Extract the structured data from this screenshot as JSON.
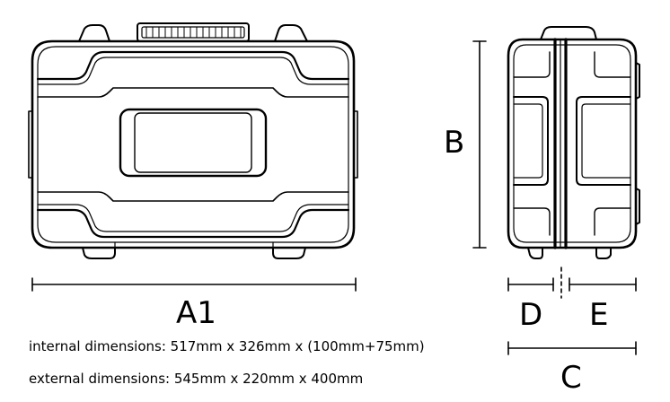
{
  "labels": {
    "a1": "A1",
    "b": "B",
    "c": "C",
    "d": "D",
    "e": "E"
  },
  "specs": {
    "internal": "internal dimensions: 517mm x 326mm x (100mm+75mm)",
    "external": "external dimensions: 545mm x 220mm x 400mm"
  },
  "views": {
    "front": "case-front-view",
    "side": "case-side-view"
  },
  "colors": {
    "line": "#000000",
    "background": "#ffffff"
  }
}
